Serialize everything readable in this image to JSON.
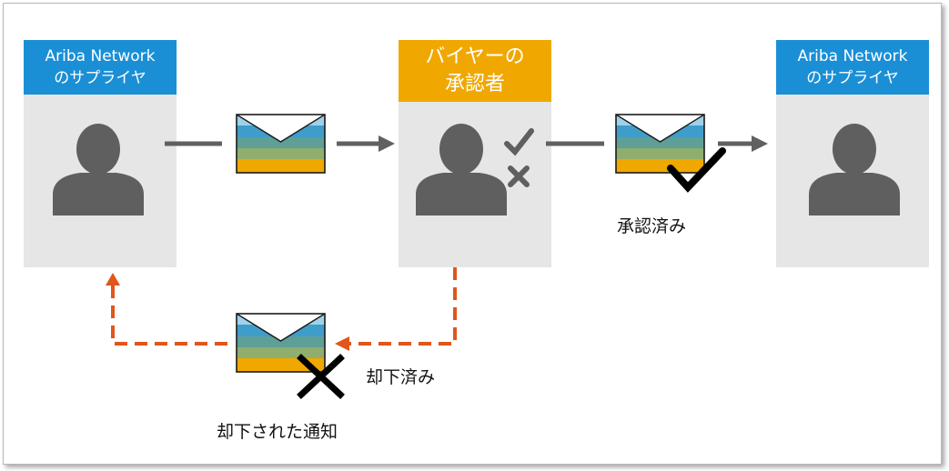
{
  "supplier_left": {
    "line1": "Ariba Network",
    "line2": "のサプライヤ"
  },
  "buyer_approver": {
    "line1": "バイヤーの",
    "line2": "承認者"
  },
  "supplier_right": {
    "line1": "Ariba Network",
    "line2": "のサプライヤ"
  },
  "labels": {
    "approved": "承認済み",
    "rejected": "却下済み",
    "rejection_notice": "却下された通知"
  },
  "colors": {
    "supplier_header": "#1a8fd6",
    "approver_header": "#f0a800",
    "card_bg": "#e6e6e6",
    "person_icon": "#5f5f5f",
    "reject_path": "#e0561b",
    "arrow": "#606060"
  }
}
